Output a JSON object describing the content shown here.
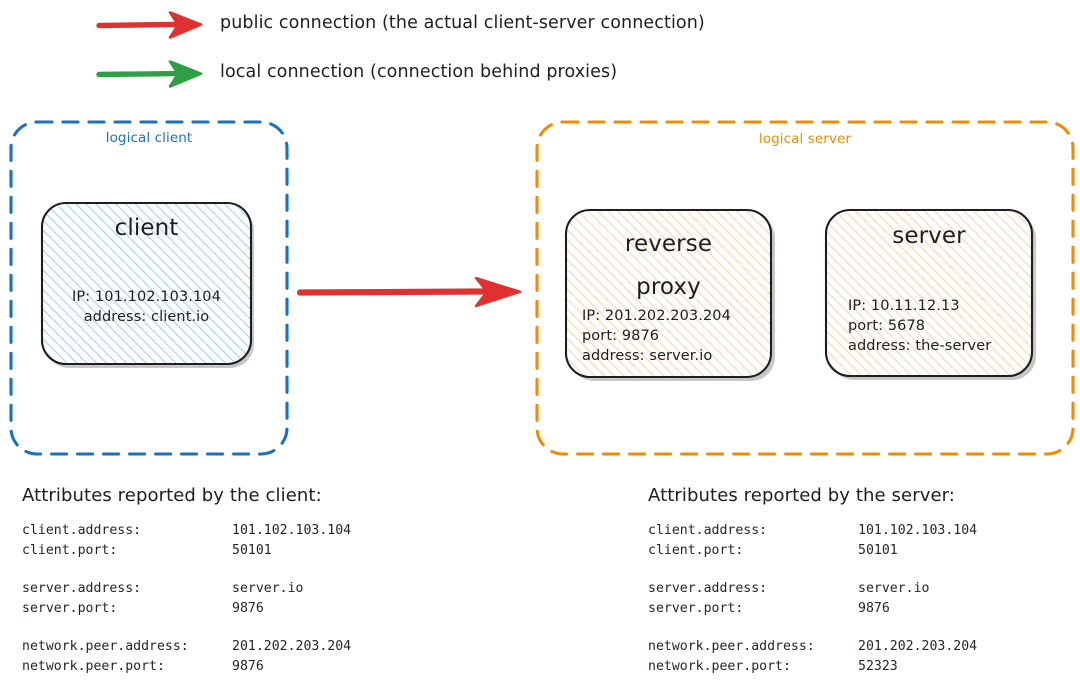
{
  "legend": {
    "items": [
      {
        "icon": "red-arrow-icon",
        "color": "#e03131",
        "label": "public connection (the actual client-server connection)"
      },
      {
        "icon": "green-arrow-icon",
        "color": "#2f9e44",
        "label": "local connection (connection behind proxies)"
      }
    ]
  },
  "groups": {
    "client": {
      "label": "logical client",
      "color": "#1971c2"
    },
    "server": {
      "label": "logical server",
      "color": "#f08c00"
    }
  },
  "nodes": {
    "client": {
      "title": "client",
      "details": "IP: 101.102.103.104\naddress: client.io",
      "fill": "#cfe7fa",
      "stroke": "#1e1e1e"
    },
    "reverse_proxy": {
      "title": "reverse\nproxy",
      "details": "IP: 201.202.203.204\nport: 9876\naddress: server.io",
      "fill": "#fbe8cf",
      "stroke": "#1e1e1e"
    },
    "server": {
      "title": "server",
      "details": "IP: 10.11.12.13\nport: 5678\naddress: the-server",
      "fill": "#fbe8cf",
      "stroke": "#1e1e1e"
    }
  },
  "connections": {
    "client_to_proxy": {
      "name": "public-connection-arrow",
      "color": "#e03131"
    }
  },
  "attributes": {
    "client_report": {
      "heading": "Attributes reported by the client:",
      "groups": [
        [
          {
            "key": "client.address:",
            "value": "101.102.103.104"
          },
          {
            "key": "client.port:",
            "value": "50101"
          }
        ],
        [
          {
            "key": "server.address:",
            "value": "server.io"
          },
          {
            "key": "server.port:",
            "value": "9876"
          }
        ],
        [
          {
            "key": "network.peer.address:",
            "value": "201.202.203.204"
          },
          {
            "key": "network.peer.port:",
            "value": "9876"
          }
        ]
      ]
    },
    "server_report": {
      "heading": "Attributes reported by the server:",
      "groups": [
        [
          {
            "key": "client.address:",
            "value": "101.102.103.104"
          },
          {
            "key": "client.port:",
            "value": "50101"
          }
        ],
        [
          {
            "key": "server.address:",
            "value": "server.io"
          },
          {
            "key": "server.port:",
            "value": "9876"
          }
        ],
        [
          {
            "key": "network.peer.address:",
            "value": "201.202.203.204"
          },
          {
            "key": "network.peer.port:",
            "value": "52323"
          }
        ]
      ]
    }
  }
}
